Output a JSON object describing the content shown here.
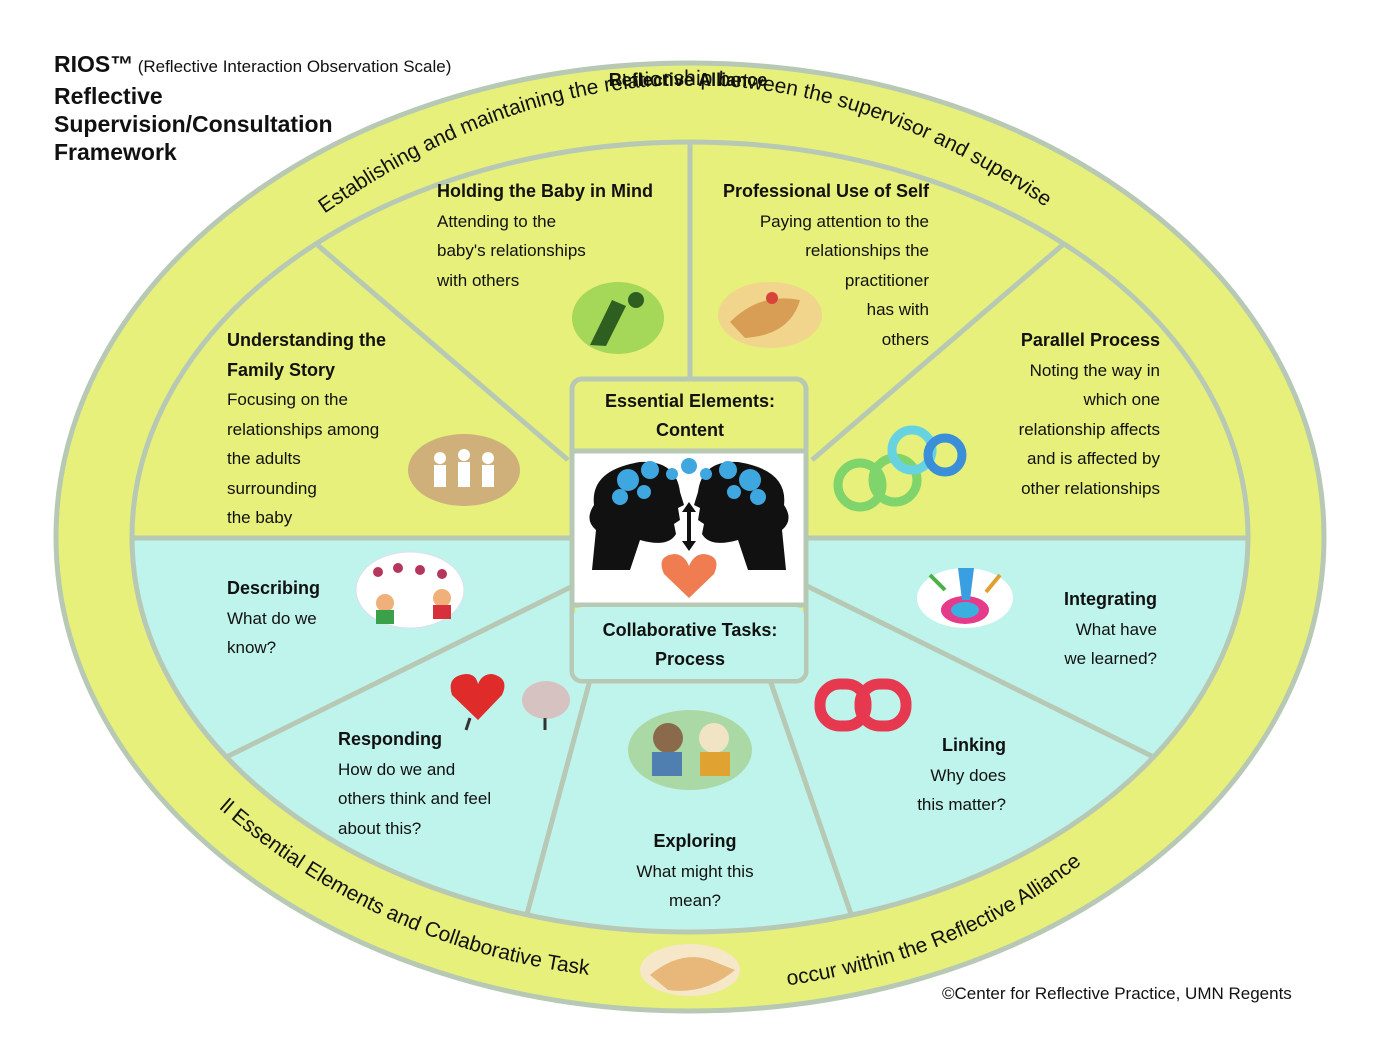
{
  "title": {
    "rios": "RIOS™",
    "rios_sub": "(Reflective Interaction Observation Scale)",
    "line1": "Reflective",
    "line2": "Supervision/Consultation",
    "line3": "Framework"
  },
  "alliance": {
    "heading": "Reflective Alliance",
    "arc_top": "Establishing and maintaining the relationship between the supervisor and supervisee",
    "arc_bottom_left": "All Essential Elements and Collaborative Tasks",
    "arc_bottom_right": "occur within the Reflective Alliance"
  },
  "center": {
    "top_line1": "Essential Elements:",
    "top_line2": "Content",
    "bottom_line1": "Collaborative Tasks:",
    "bottom_line2": "Process"
  },
  "elements": {
    "holding": {
      "heading": "Holding the Baby in Mind",
      "lines": [
        "Attending to the",
        "baby's relationships",
        "with others"
      ]
    },
    "professional": {
      "heading": "Professional Use of Self",
      "lines": [
        "Paying attention to the",
        "relationships the",
        "practitioner",
        "has with",
        "others"
      ]
    },
    "family": {
      "heading1": "Understanding the",
      "heading2": "Family Story",
      "lines": [
        "Focusing on the",
        "relationships among",
        "the adults",
        "surrounding",
        "the baby"
      ]
    },
    "parallel": {
      "heading": "Parallel Process",
      "lines": [
        "Noting the way in",
        "which one",
        "relationship affects",
        "and is affected by",
        "other relationships"
      ]
    }
  },
  "tasks": {
    "describing": {
      "heading": "Describing",
      "lines": [
        "What do we",
        "know?"
      ]
    },
    "responding": {
      "heading": "Responding",
      "lines": [
        "How do we and",
        "others think and feel",
        "about this?"
      ]
    },
    "exploring": {
      "heading": "Exploring",
      "lines": [
        "What might this",
        "mean?"
      ]
    },
    "linking": {
      "heading": "Linking",
      "lines": [
        "Why does",
        "this matter?"
      ]
    },
    "integrating": {
      "heading": "Integrating",
      "lines": [
        "What have",
        "we learned?"
      ]
    }
  },
  "copyright": "©Center for Reflective Practice, UMN Regents",
  "colors": {
    "yellow": "#e6f07a",
    "cyan": "#bff4ec",
    "border": "#b7c8b4",
    "text": "#111111"
  }
}
